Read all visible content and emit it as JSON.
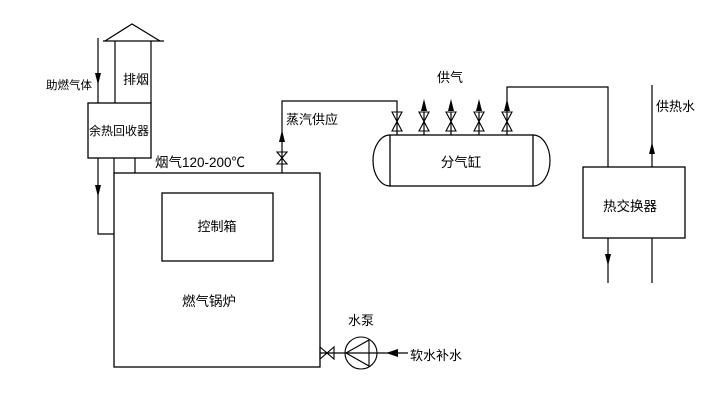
{
  "diagram": {
    "type": "process-flow-schematic",
    "colors": {
      "line": "#000000",
      "background": "#ffffff",
      "text": "#000000"
    },
    "labels": {
      "combustion_air": "助燃气体",
      "exhaust_smoke": "排烟",
      "waste_heat_recovery": "余热回收器",
      "flue_gas_temp": "烟气120-200℃",
      "control_box": "控制箱",
      "gas_boiler": "燃气锅炉",
      "steam_supply": "蒸汽供应",
      "gas_supply": "供气",
      "gas_header": "分气缸",
      "heat_exchanger": "热交换器",
      "hot_water_supply": "供热水",
      "water_pump": "水泵",
      "soft_water_makeup": "软水补水"
    }
  }
}
